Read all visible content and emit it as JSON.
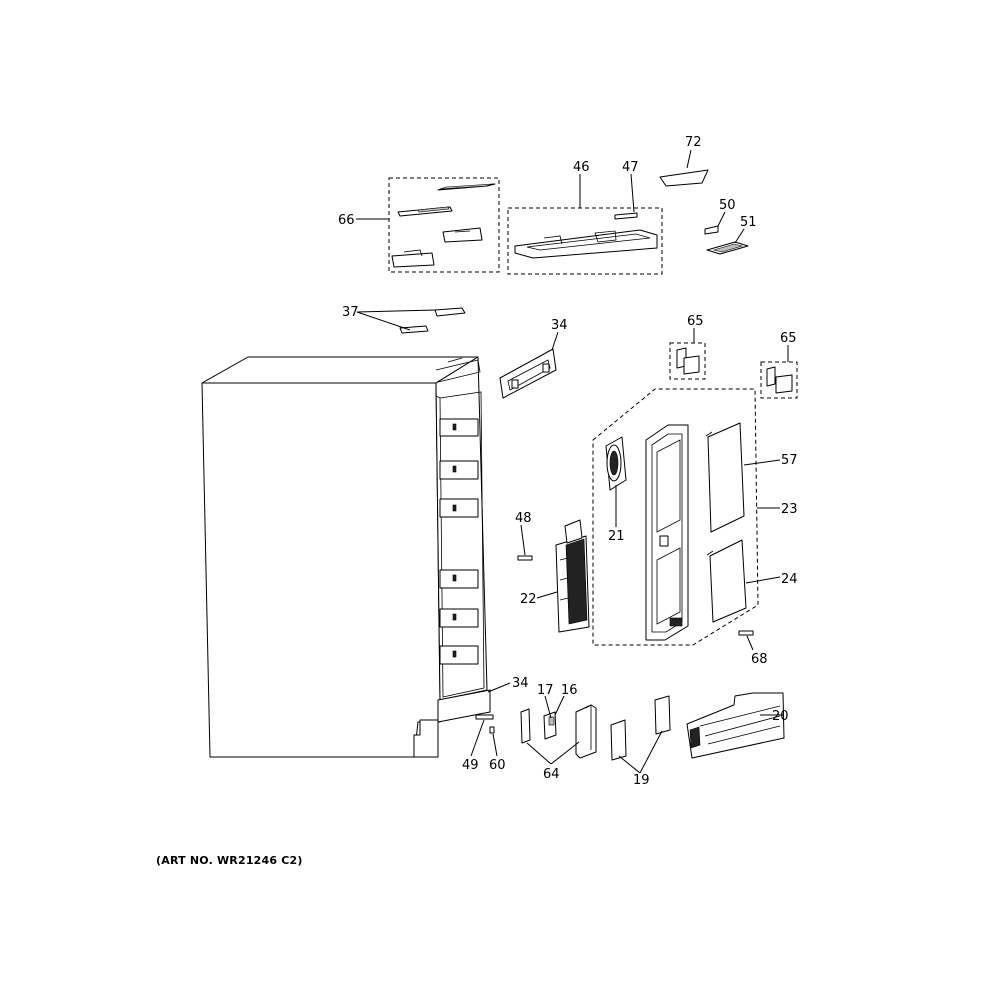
{
  "footer": {
    "art_number": "(ART NO. WR21246 C2)"
  },
  "callouts": {
    "c72": "72",
    "c46": "46",
    "c47": "47",
    "c50": "50",
    "c51": "51",
    "c66": "66",
    "c37": "37",
    "c34a": "34",
    "c65a": "65",
    "c65b": "65",
    "c57": "57",
    "c23": "23",
    "c48": "48",
    "c21": "21",
    "c24": "24",
    "c22": "22",
    "c68": "68",
    "c34b": "34",
    "c17": "17",
    "c16": "16",
    "c20": "20",
    "c49": "49",
    "c60": "60",
    "c64": "64",
    "c19": "19"
  }
}
